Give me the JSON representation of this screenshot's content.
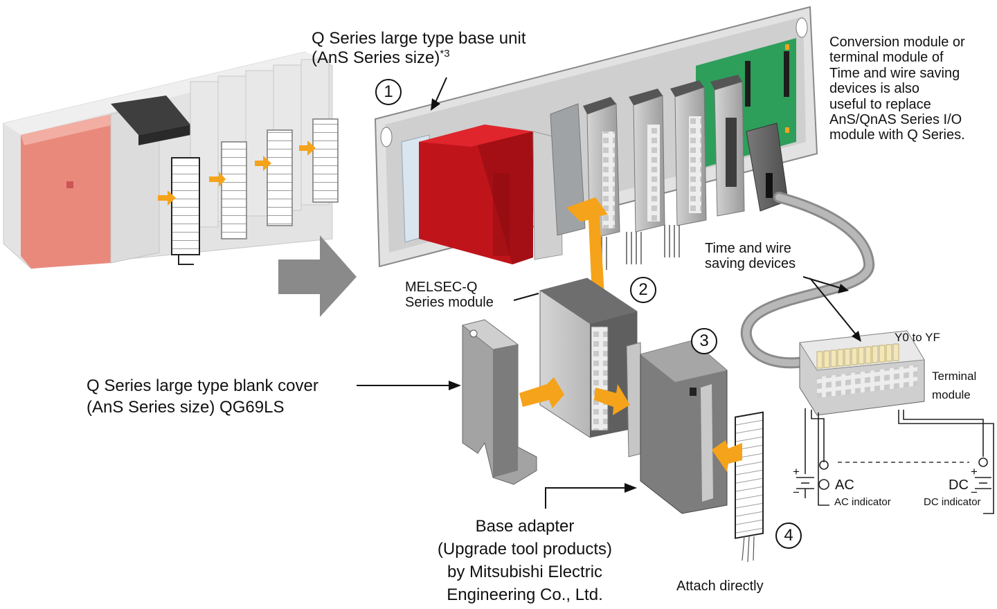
{
  "labels": {
    "base_unit": [
      "Q Series large type base unit",
      "(AnS Series size)"
    ],
    "base_unit_note": "*3",
    "conversion_note": [
      "Conversion module or",
      "terminal module of",
      "Time and wire saving",
      "devices  is also",
      "useful to replace",
      "AnS/QnAS Series I/O",
      "module with Q Series."
    ],
    "time_wire": [
      "Time and wire",
      "saving devices"
    ],
    "melsec": [
      "MELSEC-Q",
      "Series module"
    ],
    "blank_cover": [
      "Q Series large type blank cover",
      "(AnS Series size) QG69LS"
    ],
    "base_adapter": [
      "Base adapter",
      "(Upgrade tool products)",
      "by Mitsubishi Electric",
      "Engineering Co., Ltd."
    ],
    "attach": "Attach directly",
    "y0yf": "Y0 to YF",
    "terminal": [
      "Terminal",
      "module"
    ],
    "ac": "AC",
    "dc": "DC",
    "ac_indicator": "AC indicator",
    "dc_indicator": "DC indicator",
    "plus": "+",
    "minus": "−"
  },
  "markers": [
    "1",
    "2",
    "3",
    "4"
  ],
  "colors": {
    "arrow_orange": "#f5a31a",
    "cpu_red": "#c0141b",
    "old_red": "#e9897c",
    "board_green": "#2e9e5b",
    "gray_arrow": "#8a8a8a"
  }
}
